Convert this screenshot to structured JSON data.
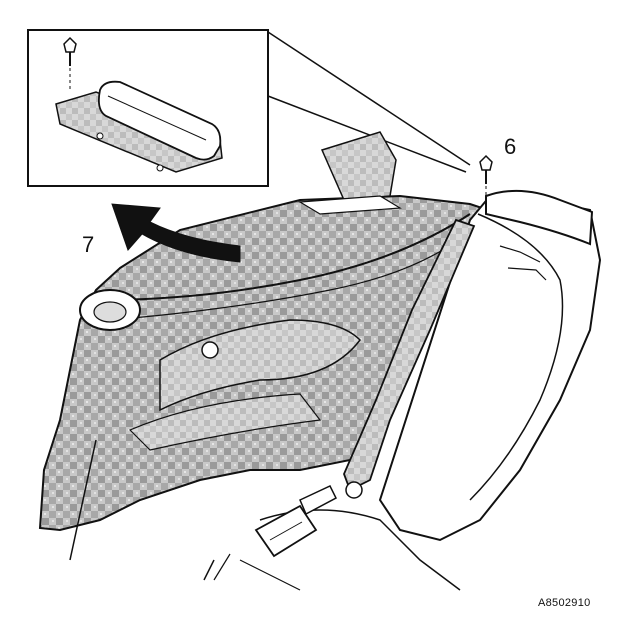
{
  "callouts": {
    "part_6": "6",
    "part_7": "7"
  },
  "figure_id": "A8502910",
  "colors": {
    "line": "#111111",
    "background": "#ffffff",
    "panel_fill": "#b9b9b9"
  },
  "icons": {
    "removal_arrow": "curved-arrow-icon",
    "fastener": "clip-icon"
  }
}
